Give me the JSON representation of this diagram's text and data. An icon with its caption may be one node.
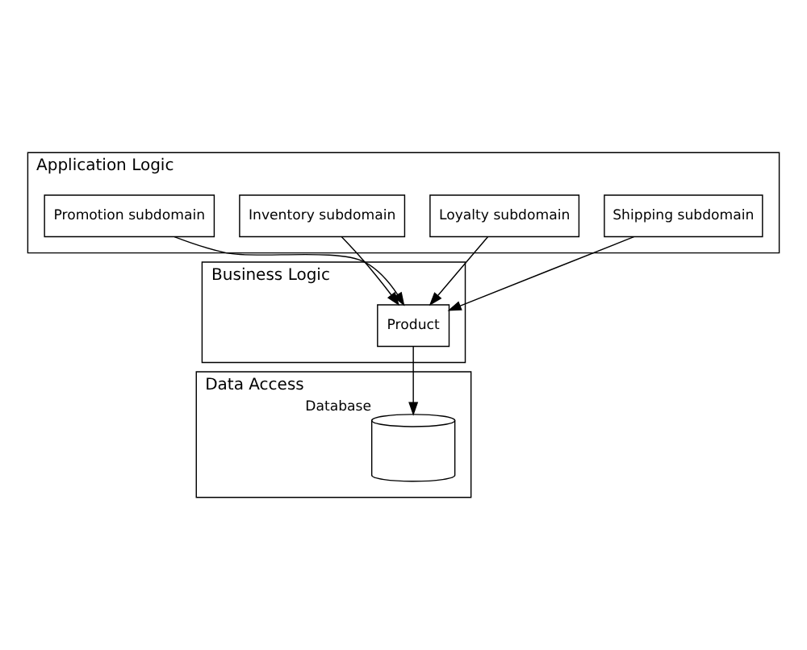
{
  "diagram": {
    "nodes": [
      {
        "text": [
          "Application Logic"
        ]
      },
      {
        "text": [
          "Promotion subdomain"
        ],
        "in": 0
      },
      {
        "text": [
          "Inventory subdomain"
        ],
        "in": 0
      },
      {
        "text": [
          "Loyalty subdomain"
        ],
        "in": 0
      },
      {
        "text": [
          "Shipping subdomain"
        ],
        "in": 0
      },
      {
        "text": [
          "Business Logic"
        ]
      },
      {
        "text": [
          "Product"
        ],
        "in": 5
      },
      {
        "text": [
          "Data Access"
        ]
      },
      {
        "text": [],
        "shape": "cylinder",
        "in": 7,
        "beside": [
          "Database"
        ]
      }
    ],
    "edges": [
      {
        "from": 1,
        "to": 6,
        "arrow": "to"
      },
      {
        "from": 2,
        "to": 6,
        "arrow": "to"
      },
      {
        "from": 3,
        "to": 6,
        "arrow": "to"
      },
      {
        "from": 4,
        "to": 6,
        "arrow": "to"
      },
      {
        "from": 6,
        "to": 8,
        "arrow": "to"
      }
    ]
  }
}
